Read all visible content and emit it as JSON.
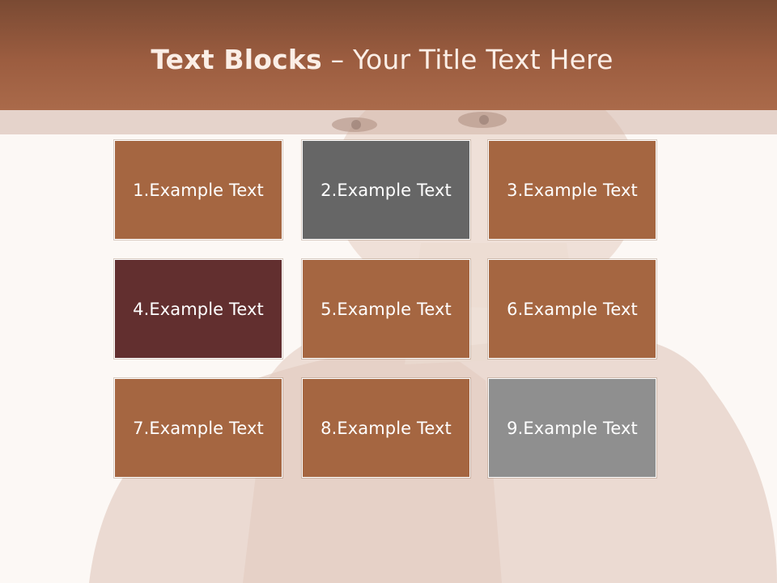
{
  "slide": {
    "title_bold": "Text Blocks",
    "title_separator": " – ",
    "title_rest": "Your Title Text Here"
  },
  "colors": {
    "header": "#9c5d40",
    "block_brown": "#a56641",
    "block_gray": "#666666",
    "block_maroon": "#622f2f",
    "block_lightgray": "#8f8f8f"
  },
  "blocks": [
    {
      "label": "1.Example Text",
      "color": "#a56641"
    },
    {
      "label": "2.Example Text",
      "color": "#666666"
    },
    {
      "label": "3.Example Text",
      "color": "#a56641"
    },
    {
      "label": "4.Example Text",
      "color": "#622f2f"
    },
    {
      "label": "5.Example Text",
      "color": "#a56641"
    },
    {
      "label": "6.Example Text",
      "color": "#a56641"
    },
    {
      "label": "7.Example Text",
      "color": "#a56641"
    },
    {
      "label": "8.Example Text",
      "color": "#a56641"
    },
    {
      "label": "9.Example Text",
      "color": "#8f8f8f"
    }
  ]
}
